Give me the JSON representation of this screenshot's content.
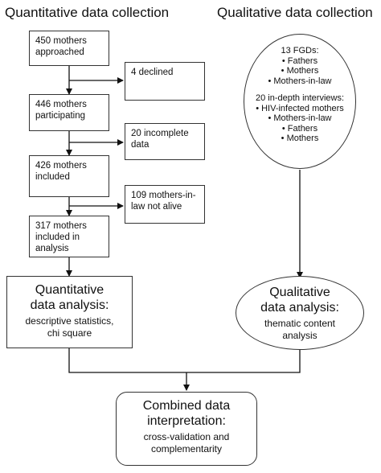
{
  "headers": {
    "quantitative": "Quantitative data collection",
    "qualitative": "Qualitative data collection"
  },
  "quantitative_flow": {
    "step1": [
      "450 mothers",
      "approached"
    ],
    "side1": "4 declined",
    "step2": [
      "446 mothers",
      "participating"
    ],
    "side2": [
      "20 incomplete",
      "data"
    ],
    "step3": [
      "426 mothers",
      "included"
    ],
    "side3": [
      "109 mothers-in-",
      "law not alive"
    ],
    "step4": [
      "317 mothers",
      "included in",
      "analysis"
    ]
  },
  "qualitative_circle": {
    "fgd_title": "13 FGDs:",
    "fgd_items": [
      "• Fathers",
      "• Mothers",
      "• Mothers-in-law"
    ],
    "interview_title": "20 in-depth interviews:",
    "interview_items": [
      "• HIV-infected mothers",
      "• Mothers-in-law",
      "• Fathers",
      "• Mothers"
    ]
  },
  "quantitative_analysis": {
    "title": [
      "Quantitative",
      "data analysis:"
    ],
    "subtitle": [
      "descriptive statistics,",
      "chi square"
    ]
  },
  "qualitative_analysis": {
    "title": [
      "Qualitative",
      "data analysis:"
    ],
    "subtitle": [
      "thematic content",
      "analysis"
    ]
  },
  "combined": {
    "title": [
      "Combined data",
      "interpretation:"
    ],
    "subtitle": [
      "cross-validation and",
      "complementarity"
    ]
  }
}
